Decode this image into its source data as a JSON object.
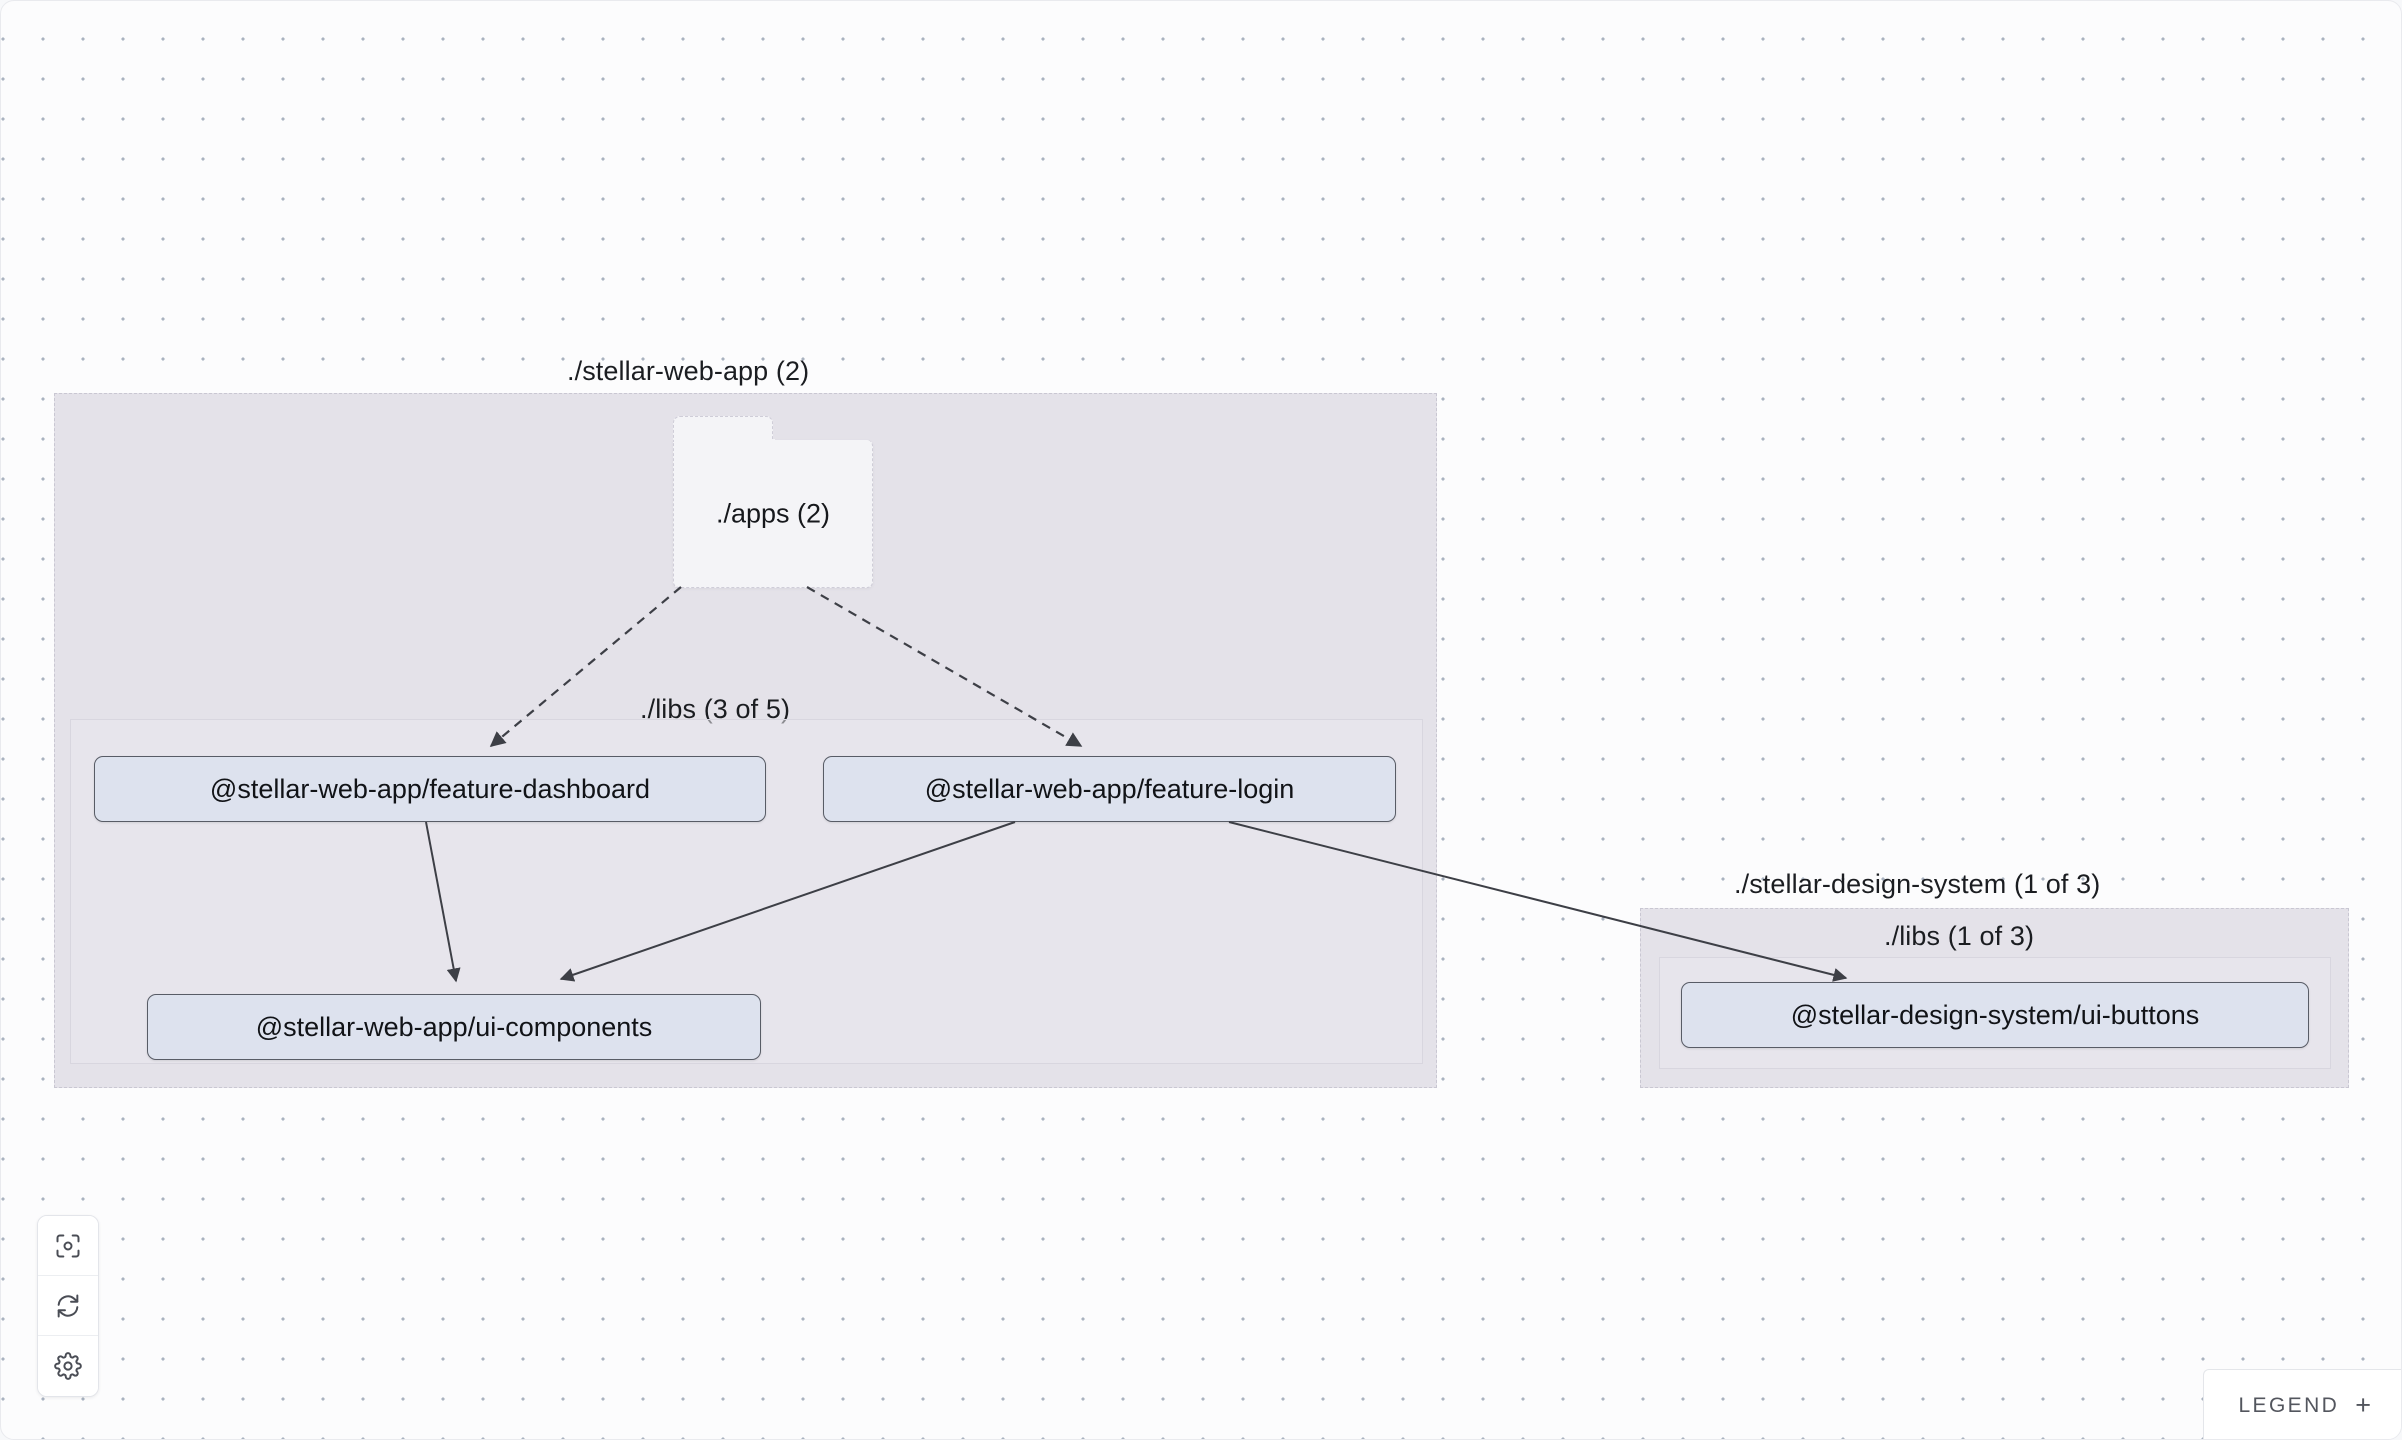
{
  "canvas": {
    "background_color": "#fcfcfd",
    "dot_color": "#a9b2c0",
    "grid_spacing": 40
  },
  "graph": {
    "groups": [
      {
        "id": "stellar-web-app",
        "title": "./stellar-web-app (2)",
        "subgroup_title": "./libs (3 of 5)",
        "folder_label": "./apps (2)"
      },
      {
        "id": "stellar-design-system",
        "title": "./stellar-design-system (1 of 3)",
        "subgroup_title": "./libs (1 of 3)"
      }
    ],
    "nodes": [
      {
        "id": "feature-dashboard",
        "label": "@stellar-web-app/feature-dashboard"
      },
      {
        "id": "feature-login",
        "label": "@stellar-web-app/feature-login"
      },
      {
        "id": "ui-components",
        "label": "@stellar-web-app/ui-components"
      },
      {
        "id": "ui-buttons",
        "label": "@stellar-design-system/ui-buttons"
      }
    ],
    "edges": [
      {
        "from": "./apps (2)",
        "to": "@stellar-web-app/feature-dashboard",
        "style": "dashed"
      },
      {
        "from": "./apps (2)",
        "to": "@stellar-web-app/feature-login",
        "style": "dashed"
      },
      {
        "from": "@stellar-web-app/feature-dashboard",
        "to": "@stellar-web-app/ui-components",
        "style": "solid"
      },
      {
        "from": "@stellar-web-app/feature-login",
        "to": "@stellar-web-app/ui-components",
        "style": "solid"
      },
      {
        "from": "@stellar-web-app/feature-login",
        "to": "@stellar-design-system/ui-buttons",
        "style": "solid"
      }
    ],
    "node_fill": "#dde2ee",
    "node_border": "#585c66",
    "group_fill": "#e4e2e9",
    "edge_color": "#3d3f46"
  },
  "toolbar": {
    "buttons": [
      {
        "name": "focus-graph",
        "icon": "focus-target-icon"
      },
      {
        "name": "refresh-graph",
        "icon": "refresh-icon"
      },
      {
        "name": "graph-settings",
        "icon": "gear-icon"
      }
    ]
  },
  "legend": {
    "label": "LEGEND",
    "expand_symbol": "+"
  }
}
